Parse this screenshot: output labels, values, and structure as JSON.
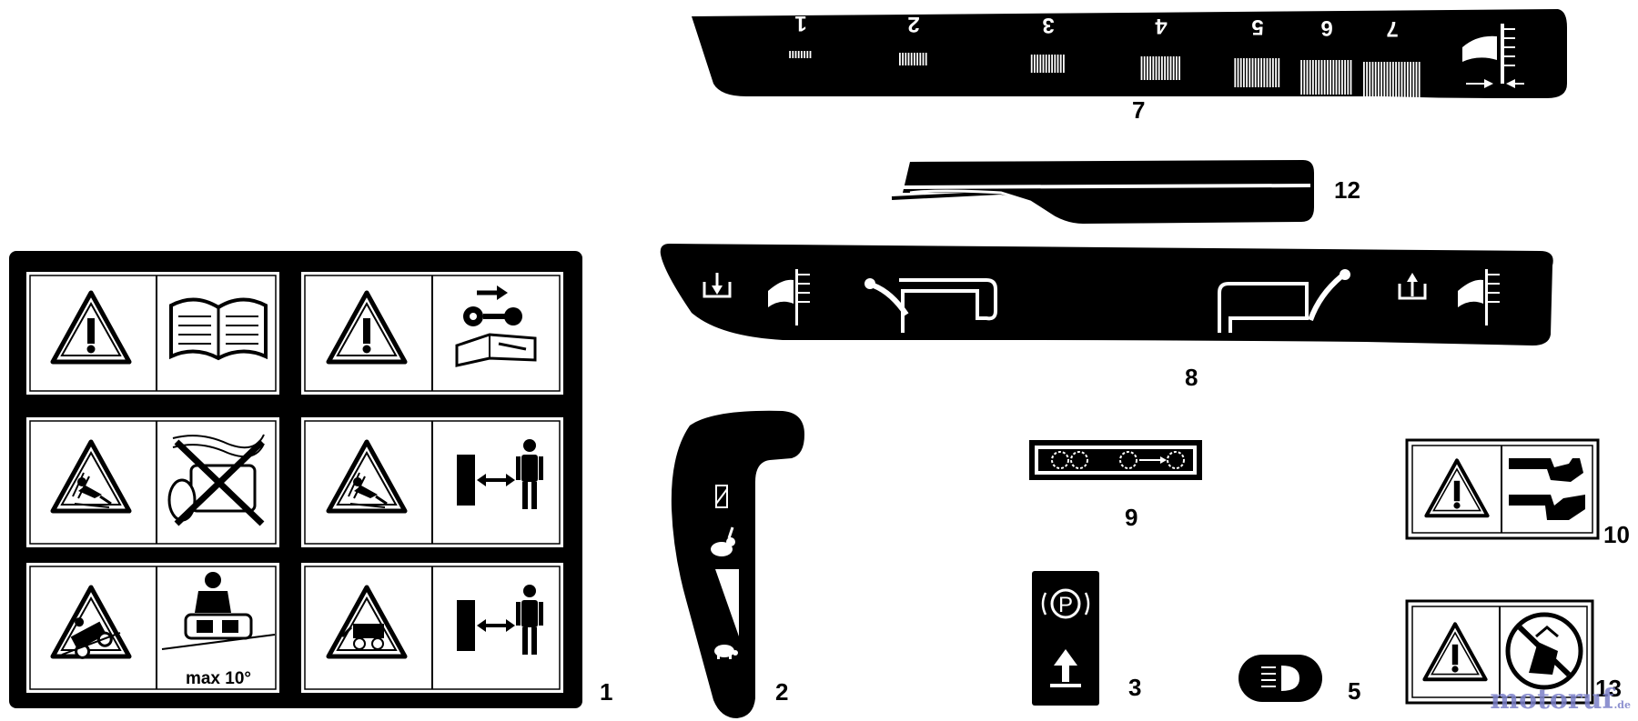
{
  "callouts": {
    "n1": "1",
    "n2": "2",
    "n3": "3",
    "n5": "5",
    "n7": "7",
    "n8": "8",
    "n9": "9",
    "n10": "10",
    "n12": "12",
    "n13": "13"
  },
  "decal1": {
    "slope_text": "max 10°",
    "panels": [
      {
        "left": "warning-triangle-icon",
        "right": "read-manual-icon"
      },
      {
        "left": "warning-triangle-icon",
        "right": "remove-key-manual-icon"
      },
      {
        "left": "thrown-objects-warning-icon",
        "right": "no-discharge-without-bag-icon"
      },
      {
        "left": "thrown-objects-warning-icon",
        "right": "keep-distance-icon"
      },
      {
        "left": "rollover-warning-icon",
        "right": "max-slope-icon"
      },
      {
        "left": "blade-contact-warning-icon",
        "right": "keep-distance-icon"
      }
    ]
  },
  "decal7": {
    "heights": [
      "1",
      "2",
      "3",
      "4",
      "5",
      "6",
      "7"
    ]
  },
  "decal3": {
    "park_symbol": "P"
  },
  "watermark": {
    "brand": "motoruf",
    "tld": ".de"
  },
  "colors": {
    "ink": "#000000",
    "paper": "#ffffff",
    "watermark": "#7b7fc8"
  }
}
